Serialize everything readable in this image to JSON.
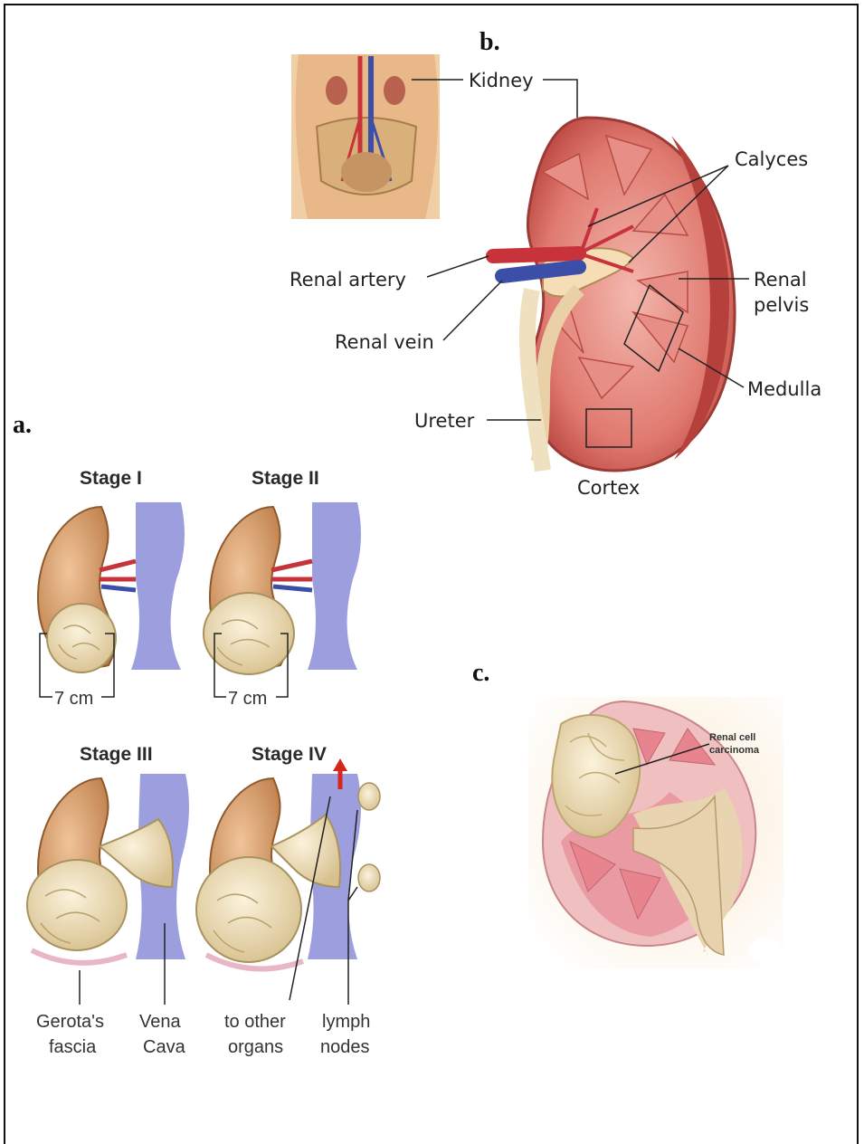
{
  "panels": {
    "a": "a.",
    "b": "b.",
    "c": "c."
  },
  "kidney_anatomy": {
    "kidney": "Kidney",
    "calyces": "Calyces",
    "renal_artery": "Renal artery",
    "renal_pelvis_line1": "Renal",
    "renal_pelvis_line2": "pelvis",
    "renal_vein": "Renal vein",
    "medulla": "Medulla",
    "ureter": "Ureter",
    "cortex": "Cortex"
  },
  "stages": {
    "stage1": "Stage I",
    "stage2": "Stage II",
    "stage3": "Stage III",
    "stage4": "Stage IV",
    "size1": "7 cm",
    "size2": "7 cm",
    "gerota_line1": "Gerota's",
    "gerota_line2": "fascia",
    "vena_line1": "Vena",
    "vena_line2": "Cava",
    "other_line1": "to other",
    "other_line2": "organs",
    "lymph_line1": "lymph",
    "lymph_line2": "nodes"
  },
  "carcinoma": {
    "line1": "Renal cell",
    "line2": "carcinoma"
  },
  "colors": {
    "kidney_red": "#d9605a",
    "artery": "#c8323a",
    "vein": "#3b4fa8",
    "cava": "#8c8ed6",
    "tumor": "#f2e3b8",
    "kidney_tan": "#c98a55"
  }
}
